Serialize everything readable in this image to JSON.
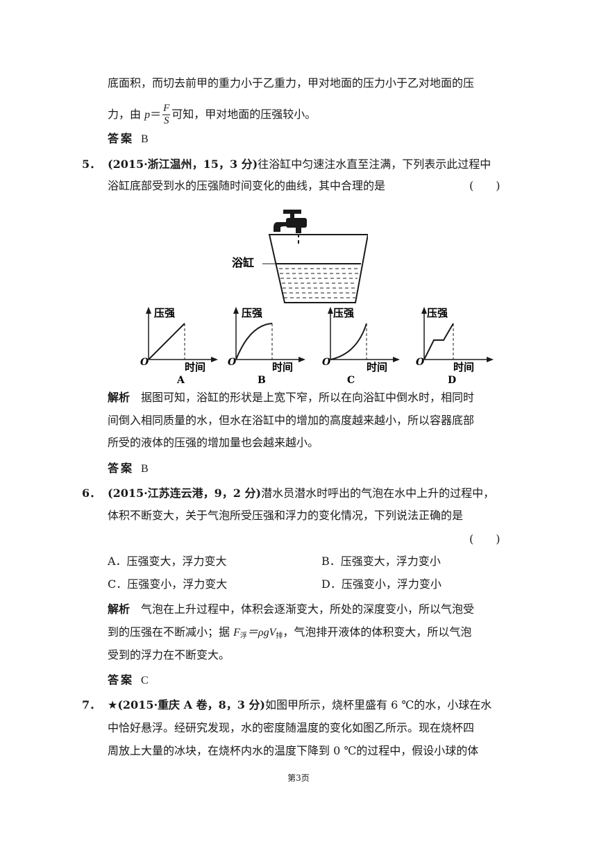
{
  "p1": {
    "l1": "底面积，而切去前甲的重力小于乙重力，甲对地面的压力小于乙对地面的压",
    "l2_pre": "力，由",
    "l2_p": "p",
    "l2_eq": "＝",
    "l2_F": "F",
    "l2_S": "S",
    "l2_post": "可知，甲对地面的压强较小。",
    "ans_label": "答案",
    "ans_val": "B"
  },
  "q5": {
    "num": "5．",
    "src": "(2015·浙江温州，15，3 分)",
    "l1": "往浴缸中匀速注水直至注满，下列表示此过程中",
    "l2": "浴缸底部受到水的压强随时间变化的曲线，其中合理的是",
    "paren": "(　　)",
    "tub_label": "浴缸",
    "graph_y": "压强",
    "graph_x": "时间",
    "graph_o": "O",
    "graphs": [
      "A",
      "B",
      "C",
      "D"
    ],
    "ana_label": "解析",
    "ana1": "据图可知，浴缸的形状是上宽下窄，所以在向浴缸中倒水时，相同时",
    "ana2": "间倒入相同质量的水，但水在浴缸中的增加的高度越来越小，所以容器底部",
    "ana3": "所受的液体的压强的增加量也会越来越小。",
    "ans_label": "答案",
    "ans_val": "B"
  },
  "q6": {
    "num": "6．",
    "src": "(2015·江苏连云港，9，2 分)",
    "l1": "潜水员潜水时呼出的气泡在水中上升的过程中，",
    "l2": "体积不断变大，关于气泡所受压强和浮力的变化情况，下列说法正确的是",
    "paren": "(　　)",
    "optA": "A．压强变大，浮力变大",
    "optB": "B．压强变大，浮力变小",
    "optC": "C．压强变小，浮力变大",
    "optD": "D．压强变小，浮力变小",
    "ana_label": "解析",
    "ana1": "气泡在上升过程中，体积会逐渐变大，所处的深度变小，所以气泡受",
    "ana2_pre": "到的压强在不断减小；据",
    "ana2_F": "F",
    "ana2_sub1": "浮",
    "ana2_eq": "＝ρgV",
    "ana2_sub2": "排",
    "ana2_post": "，气泡排开液体的体积变大，所以气泡",
    "ana3": "受到的浮力在不断变大。",
    "ans_label": "答案",
    "ans_val": "C"
  },
  "q7": {
    "num": "7．",
    "star": "★",
    "src": "(2015·重庆 A 卷，8，3 分)",
    "l1": "如图甲所示，烧杯里盛有 6 ℃的水，小球在水",
    "l2": "中恰好悬浮。经研究发现，水的密度随温度的变化如图乙所示。现在烧杯四",
    "l3": "周放上大量的冰块，在烧杯内水的温度下降到 0 ℃的过程中，假设小球的体"
  },
  "footer": "第3页"
}
